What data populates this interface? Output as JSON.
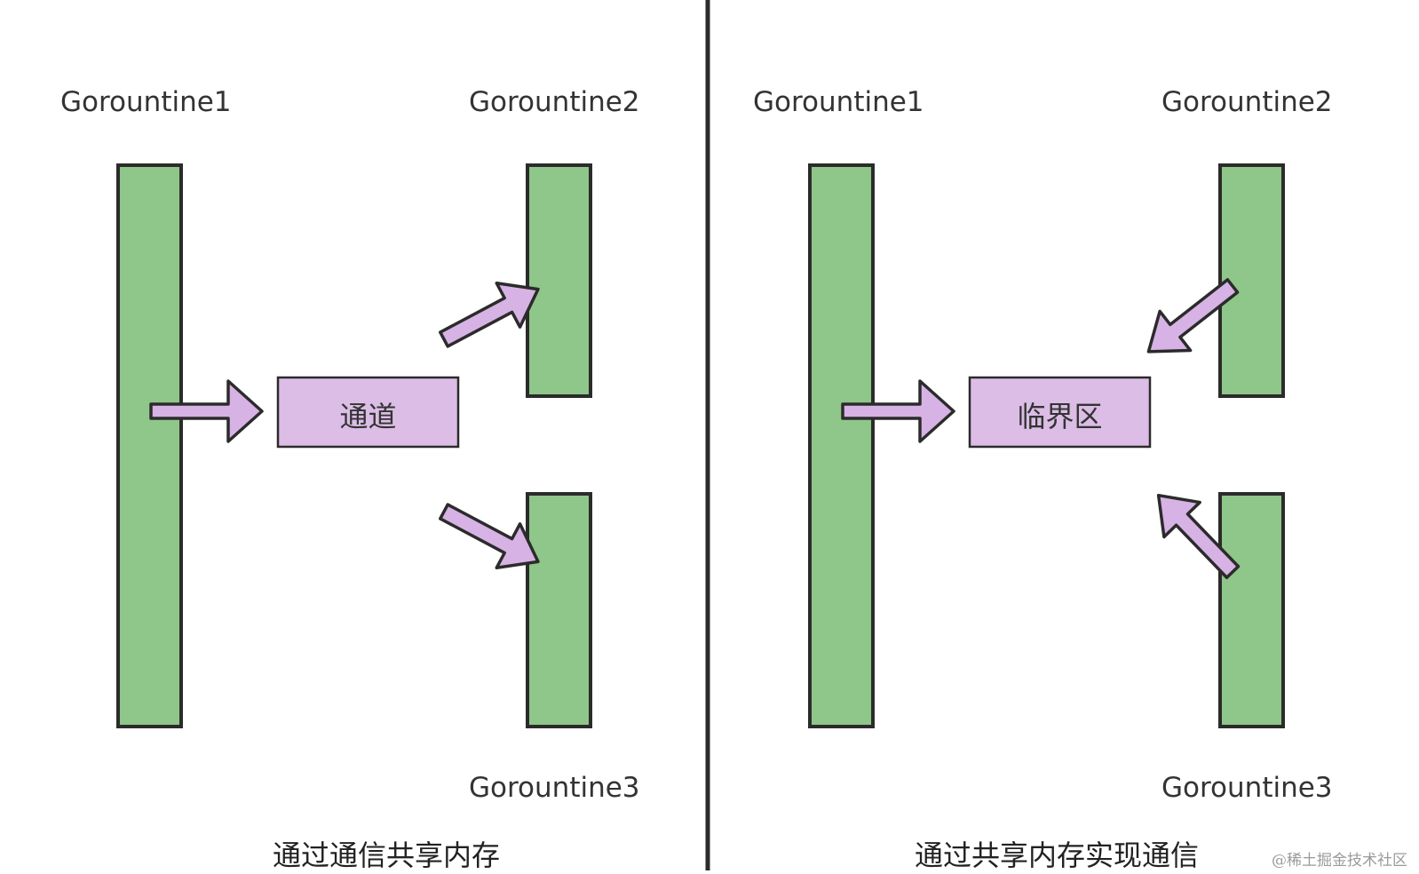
{
  "colors": {
    "goroutine_fill": "#8fc689",
    "box_fill": "#dcbde6",
    "arrow_fill": "#d7b2e4",
    "stroke": "#2b2b2b",
    "divider": "#2b2b2b"
  },
  "left_panel": {
    "goroutine1_label": "Gorountine1",
    "goroutine2_label": "Gorountine2",
    "goroutine3_label": "Gorountine3",
    "box_label": "通道",
    "caption": "通过通信共享内存"
  },
  "right_panel": {
    "goroutine1_label": "Gorountine1",
    "goroutine2_label": "Gorountine2",
    "goroutine3_label": "Gorountine3",
    "box_label": "临界区",
    "caption": "通过共享内存实现通信"
  },
  "credit": "@稀土掘金技术社区"
}
